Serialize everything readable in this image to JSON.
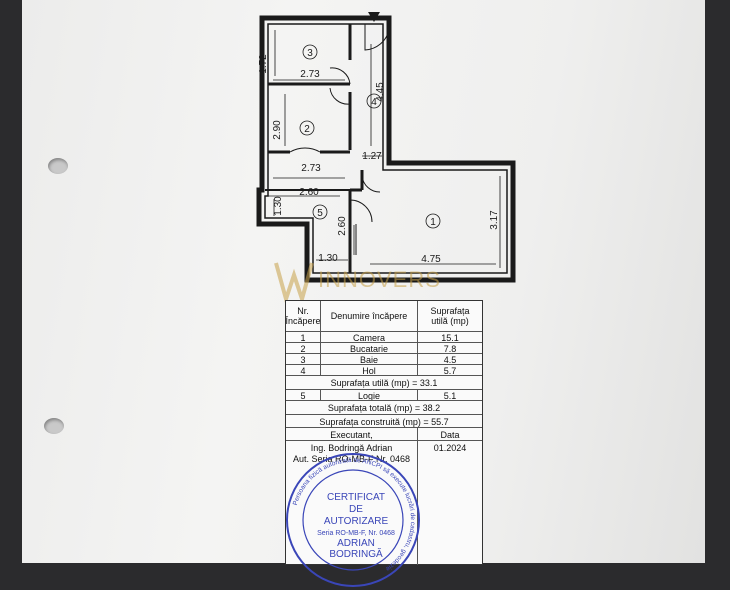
{
  "plan": {
    "rooms": [
      "1",
      "2",
      "3",
      "4",
      "5"
    ],
    "dimensions": {
      "d172": "1.72",
      "d273a": "2.73",
      "d445": "4.45",
      "d290": "2.90",
      "d273b": "2.73",
      "d127": "1.27",
      "d260a": "2.60",
      "d130a": "1.30",
      "d260b": "2.60",
      "d130b": "1.30",
      "d317": "3.17",
      "d475": "4.75"
    }
  },
  "table": {
    "header": {
      "nr": [
        "Nr.",
        "Încăpere"
      ],
      "name": "Denumire încăpere",
      "area": [
        "Suprafața",
        "utilă (mp)"
      ]
    },
    "rooms": [
      {
        "nr": "1",
        "name": "Camera",
        "area": "15.1"
      },
      {
        "nr": "2",
        "name": "Bucatarie",
        "area": "7.8"
      },
      {
        "nr": "3",
        "name": "Baie",
        "area": "4.5"
      },
      {
        "nr": "4",
        "name": "Hol",
        "area": "5.7"
      }
    ],
    "useful_total": "Suprafața utilă (mp) = 33.1",
    "loggia": {
      "nr": "5",
      "name": "Logie",
      "area": "5.1"
    },
    "total": "Suprafața totală (mp) = 38.2",
    "built": "Suprafața construită (mp) = 55.7",
    "executant_label": "Executant,",
    "date_label": "Data",
    "executant_name": "Ing. Bodringă Adrian",
    "executant_auth": "Aut. Seria RO-MB-F Nr. 0468",
    "date": "01.2024"
  },
  "watermark": {
    "text": "INNOVERS"
  },
  "stamp": {
    "ring": "Persoana fizică autorizată de ANCPI să execute lucrări de cadastru, geodezie",
    "line1": "CERTIFICAT",
    "line2": "DE",
    "line3": "AUTORIZARE",
    "line4": "Seria RO-MB-F, Nr. 0468",
    "line5": "ADRIAN",
    "line6": "BODRINGĂ"
  },
  "colors": {
    "ink": "#1a1a1a",
    "stamp": "#3a46b8",
    "watermark": "#c8a24a"
  }
}
